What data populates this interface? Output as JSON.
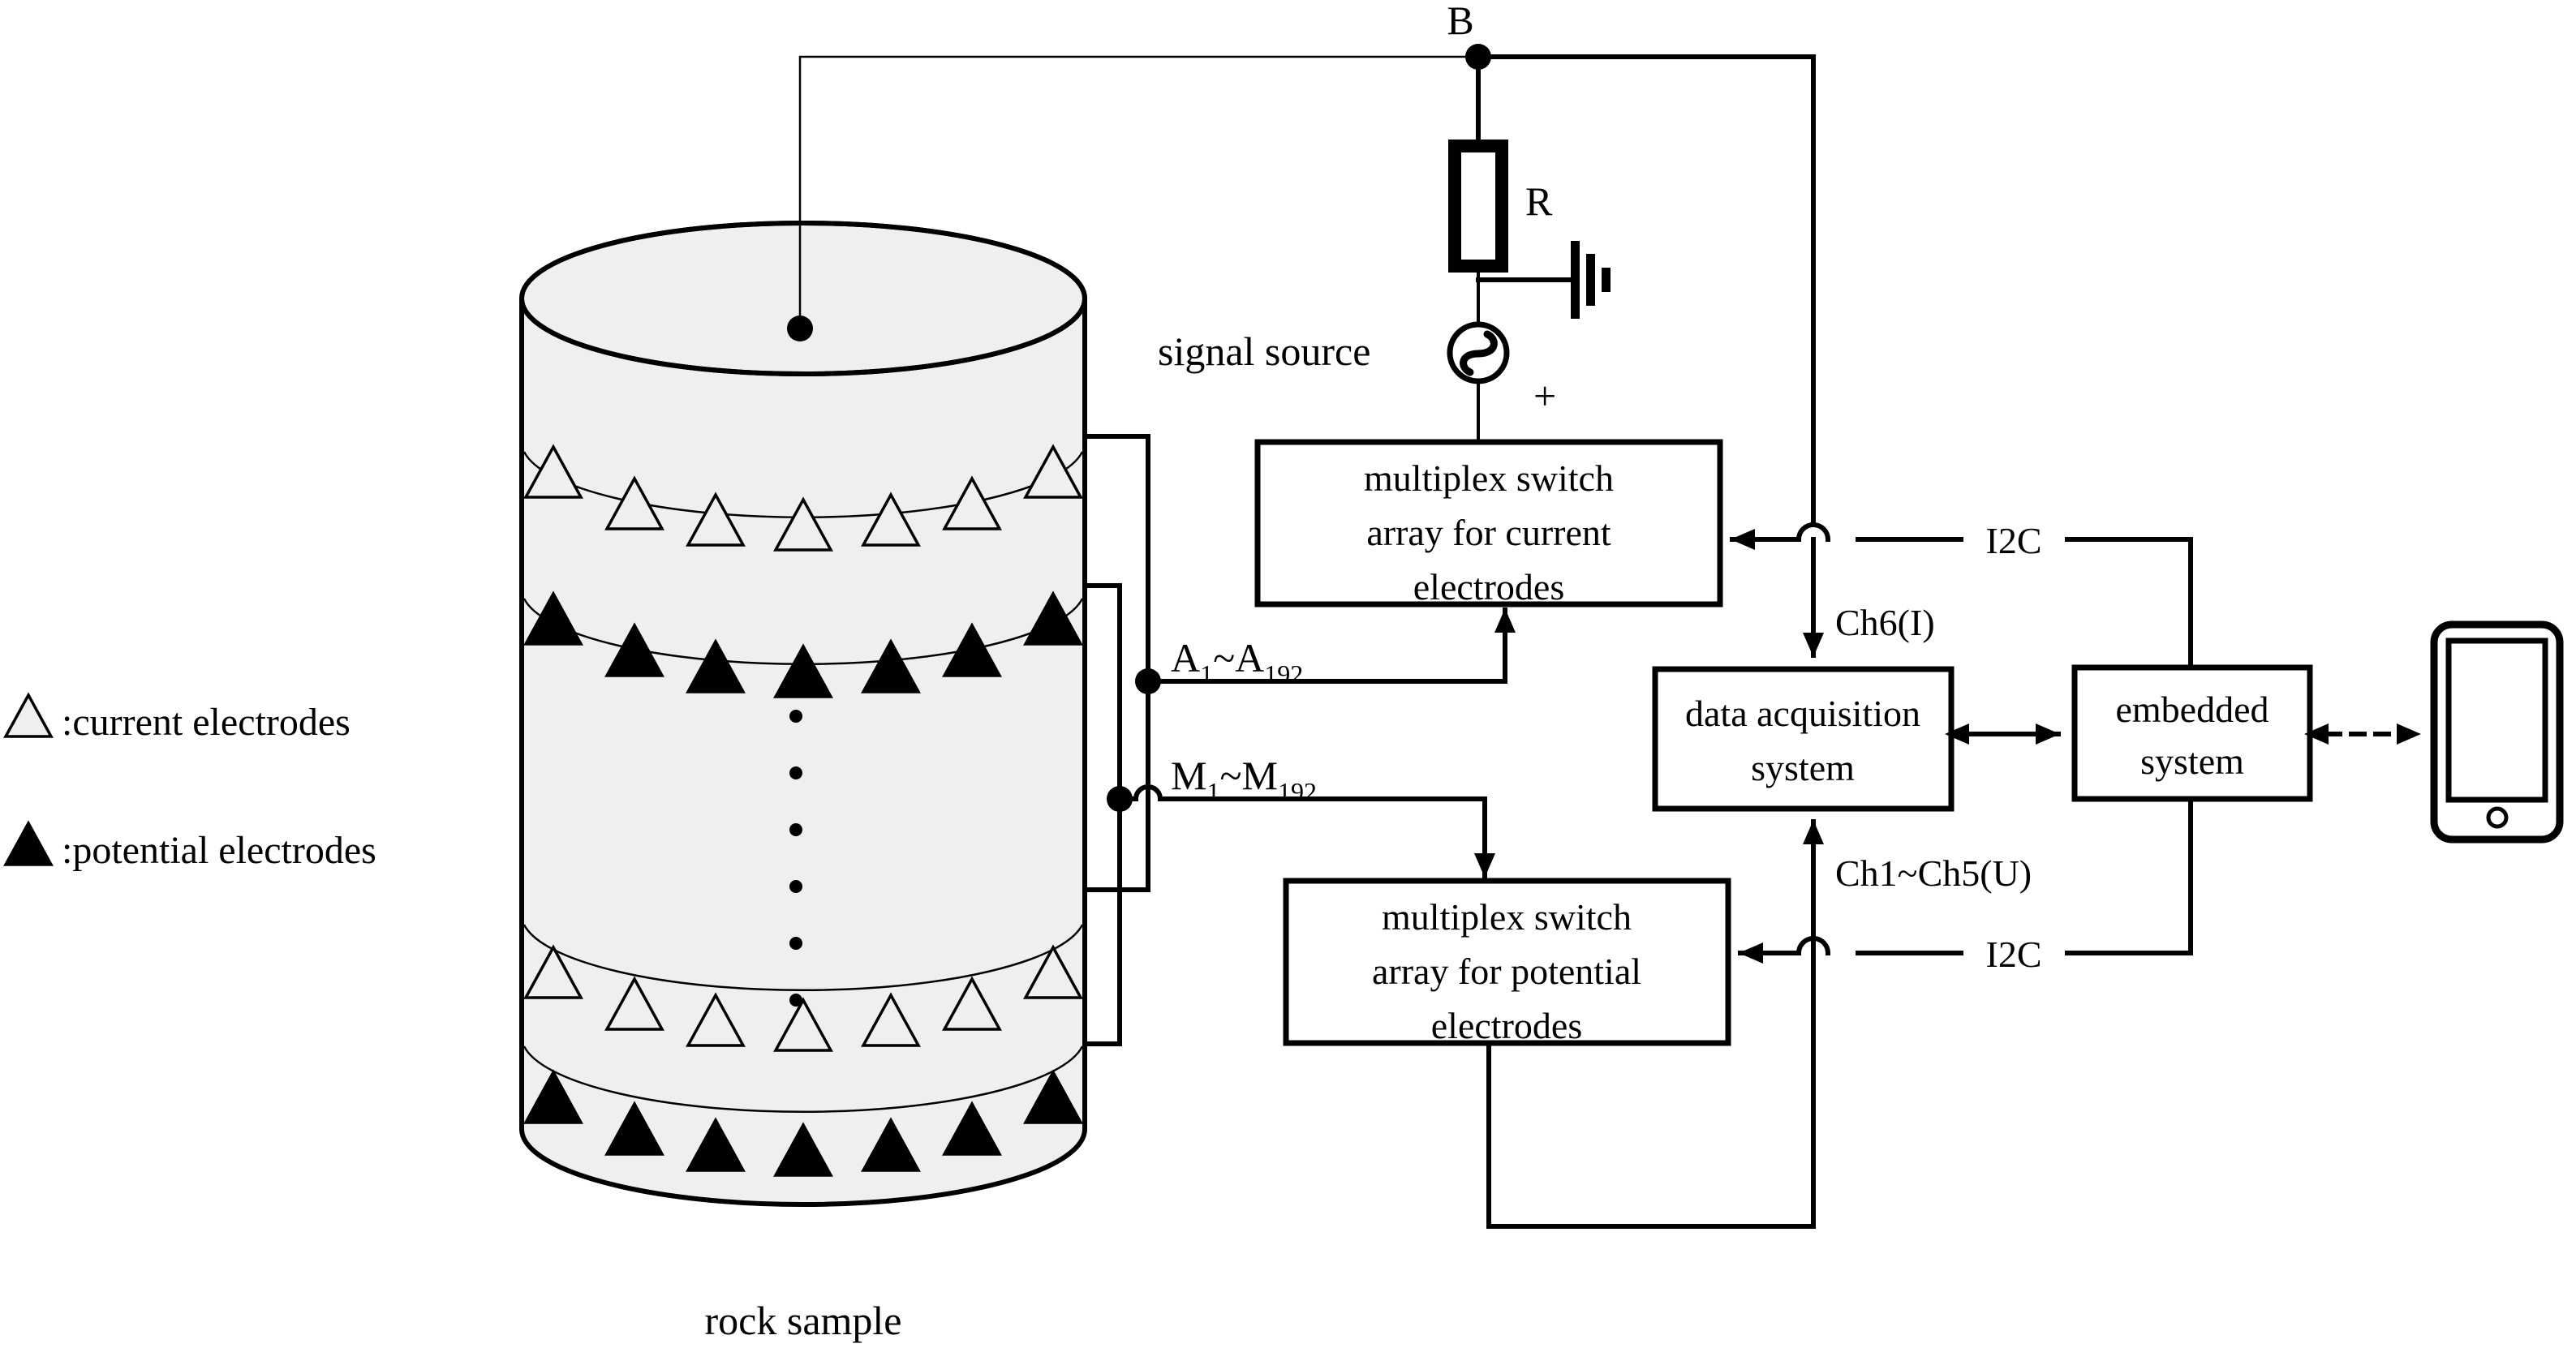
{
  "figure": {
    "kind": "schematic-diagram",
    "subject": "rock sample resistivity measurement system"
  },
  "legend": {
    "current": {
      "marker": "open-triangle",
      "label": ":current electrodes"
    },
    "potential": {
      "marker": "filled-triangle",
      "label": ":potential electrodes"
    }
  },
  "sample": {
    "caption": "rock sample",
    "top_node_label": "B",
    "rings": [
      {
        "type": "current",
        "marker": "open-triangle",
        "count": 7
      },
      {
        "type": "potential",
        "marker": "filled-triangle",
        "count": 7
      },
      {
        "type": "current",
        "marker": "open-triangle",
        "count": 7
      },
      {
        "type": "potential",
        "marker": "filled-triangle",
        "count": 7
      }
    ],
    "ellipsis_dots": 6
  },
  "circuit": {
    "node_b": "B",
    "resistor_label": "R",
    "signal_source_label": "signal source",
    "signal_source_symbol": "~",
    "polarity_label": "+",
    "ground_symbol": "earth-ground"
  },
  "buses": {
    "current_bus": "A",
    "current_bus_sub_start": "1",
    "current_bus_tilde": "~",
    "current_bus_end": "A",
    "current_bus_sub_end": "192",
    "potential_bus": "M",
    "potential_bus_sub_start": "1",
    "potential_bus_tilde": "~",
    "potential_bus_end": "M",
    "potential_bus_sub_end": "192"
  },
  "blocks": {
    "mux_current": {
      "line1": "multiplex switch",
      "line2": "array for current",
      "line3": "electrodes"
    },
    "mux_potential": {
      "line1": "multiplex switch",
      "line2": "array for potential",
      "line3": "electrodes"
    },
    "daq": {
      "line1": "data acquisition",
      "line2": "system"
    },
    "embedded": {
      "line1": "embedded",
      "line2": "system"
    },
    "mobile": {
      "name": "smartphone"
    }
  },
  "signals": {
    "ch_current": "Ch6(I)",
    "ch_voltage": "Ch1~Ch5(U)",
    "i2c_top": "I2C",
    "i2c_bottom": "I2C"
  },
  "colors": {
    "stroke": "#000000",
    "sample_fill": "#efefef",
    "background": "#ffffff"
  }
}
